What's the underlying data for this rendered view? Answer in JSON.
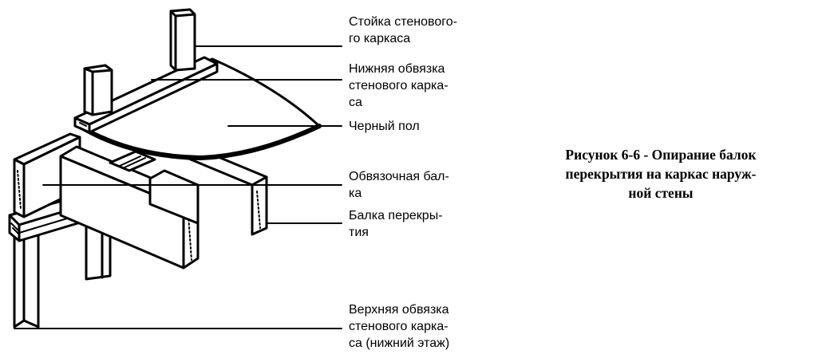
{
  "labels": {
    "stud": "Стойка стенового-\nго каркаса",
    "bottom_plate": "Нижняя обвязка\nстенового карка-\nса",
    "subfloor": "Черный пол",
    "rim_joist": "Обвязочная бал-\nка",
    "floor_joist": "Балка перекры-\nтия",
    "top_plate": "Верхняя обвязка\nстенового карка-\nса (нижний этаж)"
  },
  "caption": "Рисунок 6-6 - Опирание балок\nперекрытия на каркас наруж-\nной стены"
}
